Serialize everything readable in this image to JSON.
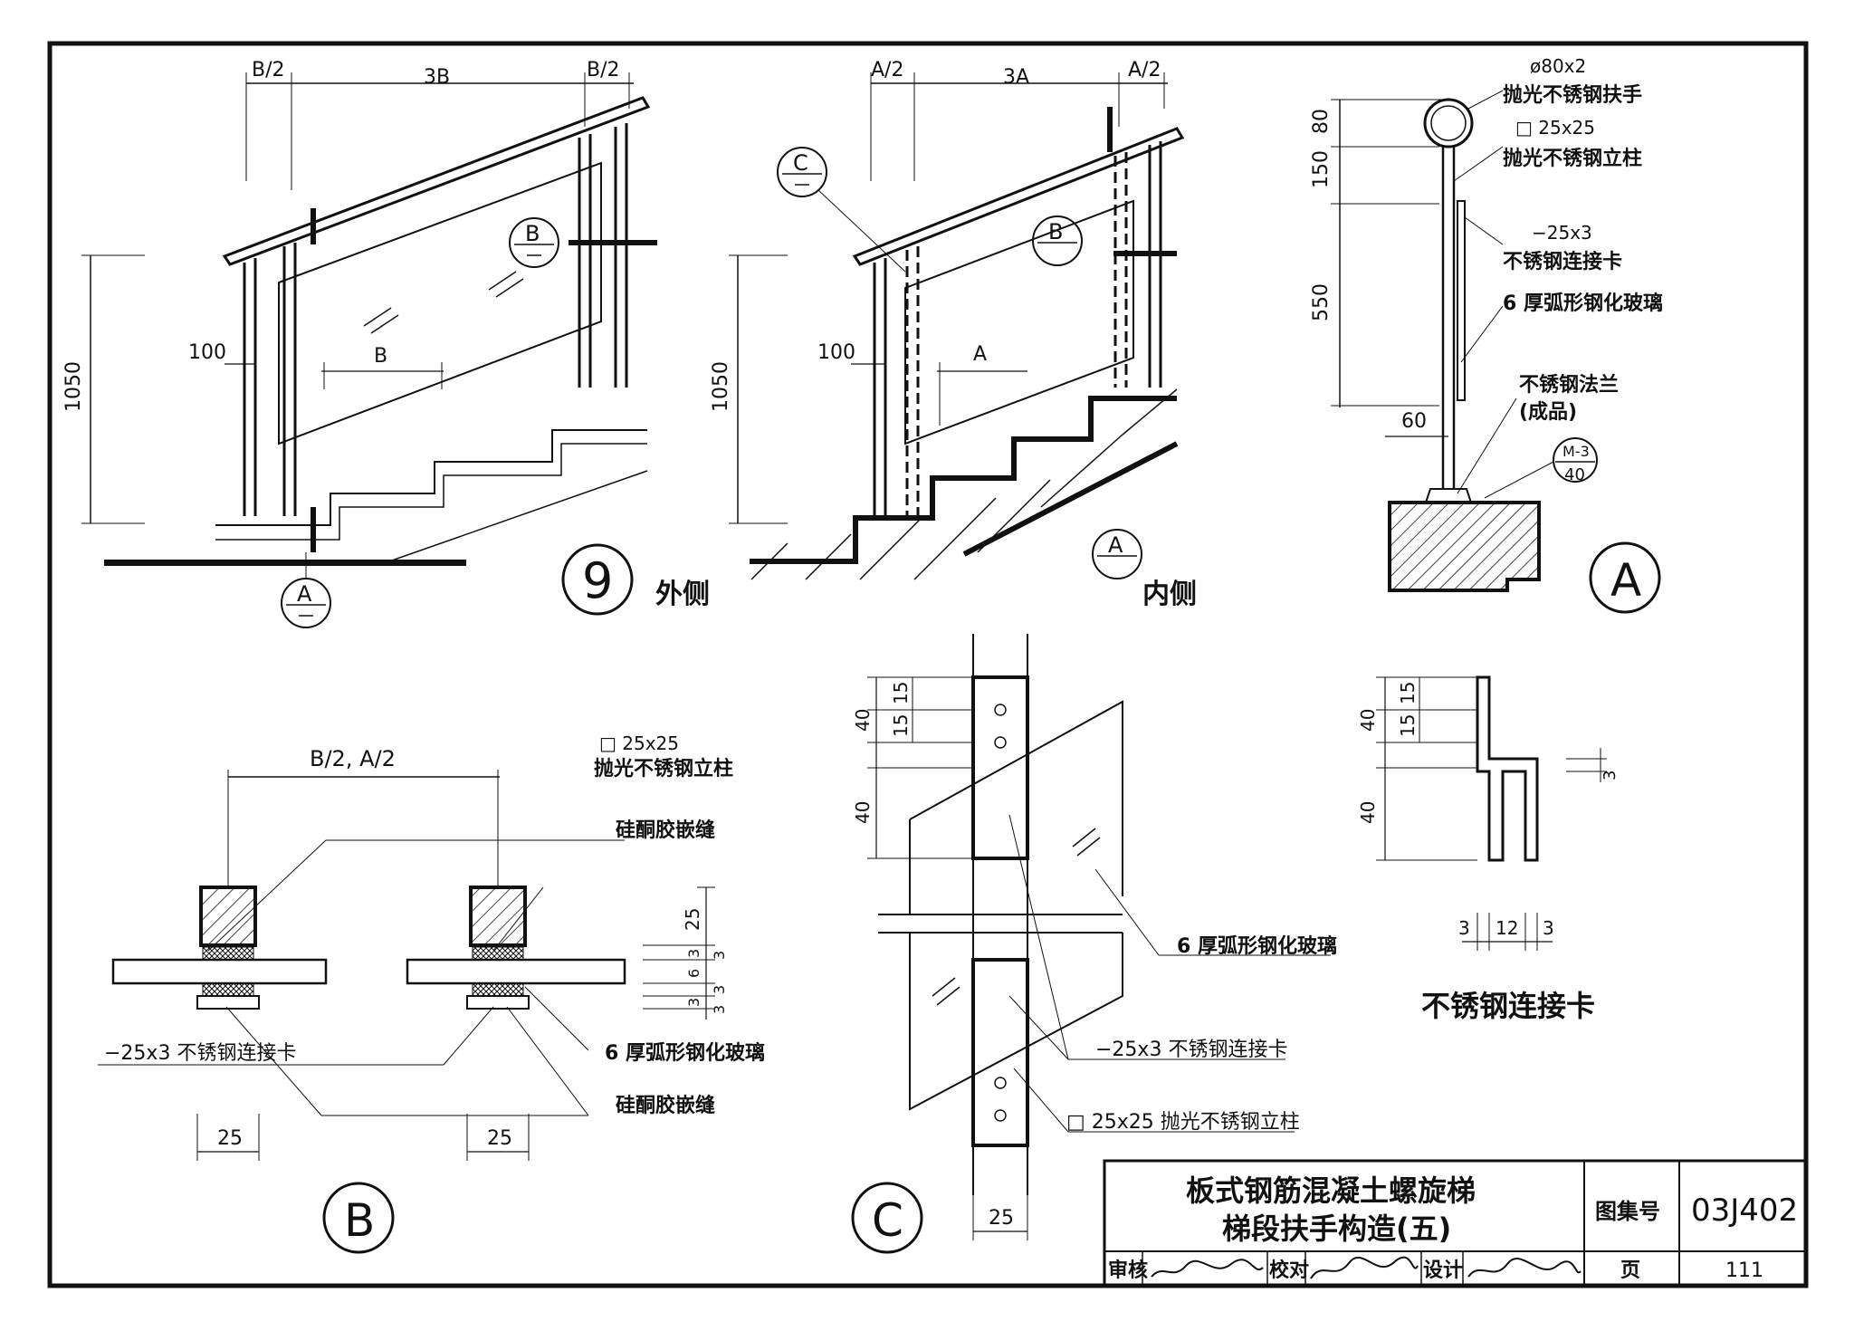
{
  "title_block": {
    "title_line1": "板式钢筋混凝土螺旋梯",
    "title_line2": "梯段扶手构造(五)",
    "atlas_label": "图集号",
    "atlas_no": "03J402",
    "page_label": "页",
    "page_no": "111",
    "review_label": "审核",
    "check_label": "校对",
    "design_label": "设计"
  },
  "detail9": {
    "number": "9",
    "outer_caption": "外侧",
    "inner_caption": "内侧",
    "dim_b_half": "B/2",
    "dim_3b": "3B",
    "dim_b": "B",
    "dim_a_half": "A/2",
    "dim_3a": "3A",
    "dim_a": "A",
    "dim_100": "100",
    "dim_1050": "1050",
    "tag_a": "A",
    "tag_b": "B",
    "tag_c": "C"
  },
  "detailA": {
    "marker": "A",
    "dim_80": "80",
    "dim_150": "150",
    "dim_550": "550",
    "dim_60": "60",
    "handrail_size": "ø80x2",
    "handrail_label": "抛光不锈钢扶手",
    "post_size": "□ 25x25",
    "post_label": "抛光不锈钢立柱",
    "clip_size": "−25x3",
    "clip_label": "不锈钢连接卡",
    "glass_label": "6 厚弧形钢化玻璃",
    "flange_label": "不锈钢法兰",
    "flange_note": "(成品)",
    "ref_top": "M-3",
    "ref_bottom": "40"
  },
  "detailB": {
    "marker": "B",
    "top_dim": "B/2,  A/2",
    "post_size": "□ 25x25",
    "post_label": "抛光不锈钢立柱",
    "sealant_top": "硅酮胶嵌缝",
    "clip_label": "−25x3 不锈钢连接卡",
    "glass_label": "6 厚弧形钢化玻璃",
    "sealant_bottom": "硅酮胶嵌缝",
    "dim_25_left": "25",
    "dim_25_right": "25",
    "side_dims": [
      "25",
      "3",
      "3",
      "6",
      "3",
      "3",
      "3"
    ]
  },
  "detailC": {
    "marker": "C",
    "dims_left": [
      "15",
      "15",
      "40",
      "40"
    ],
    "dim_bottom": "25",
    "glass_label": "6 厚弧形钢化玻璃",
    "clip_label": "−25x3 不锈钢连接卡",
    "post_label": "□ 25x25 抛光不锈钢立柱"
  },
  "clip_detail": {
    "caption": "不锈钢连接卡",
    "dims_left": [
      "15",
      "15",
      "40",
      "40"
    ],
    "dim_3_right": "3",
    "dims_bottom": [
      "3",
      "12",
      "3"
    ]
  }
}
